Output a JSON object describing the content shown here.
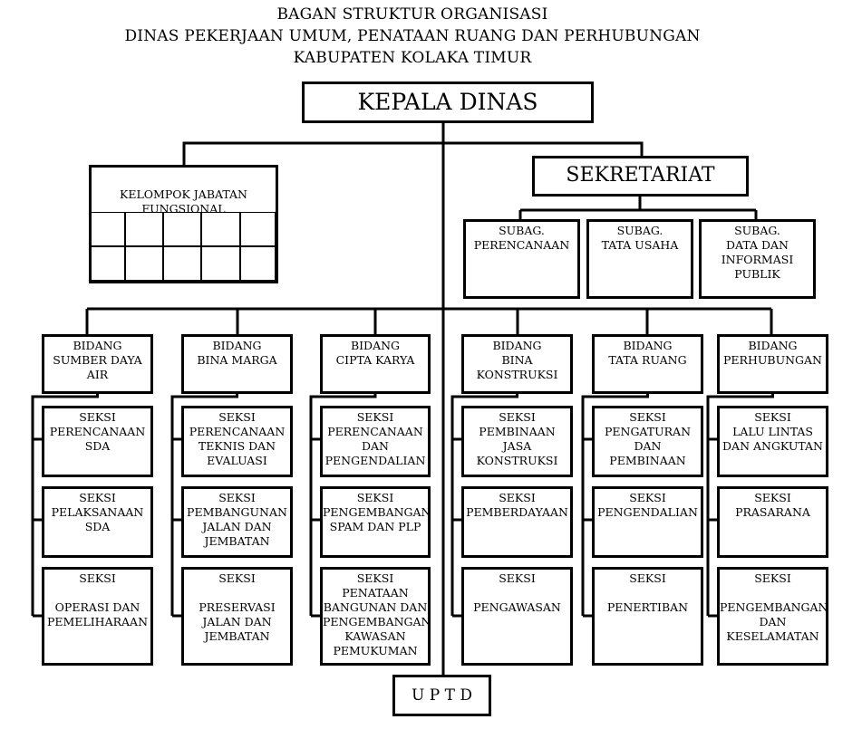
{
  "title": [
    "BAGAN STRUKTUR ORGANISASI",
    "DINAS PEKERJAAN UMUM, PENATAAN RUANG DAN PERHUBUNGAN",
    "KABUPATEN KOLAKA TIMUR"
  ],
  "kepala": "KEPALA DINAS",
  "kelompok": "KELOMPOK JABATAN\nFUNGSIONAL",
  "sekretariat": "SEKRETARIAT",
  "subag": [
    "SUBAG.\nPERENCANAAN",
    "SUBAG.\nTATA USAHA",
    "SUBAG.\nDATA DAN\nINFORMASI\nPUBLIK"
  ],
  "bidang": [
    {
      "name": "BIDANG\nSUMBER DAYA\nAIR",
      "seksi": [
        "SEKSI\nPERENCANAAN\nSDA",
        "SEKSI\nPELAKSANAAN\nSDA",
        "SEKSI\n\nOPERASI DAN\nPEMELIHARAAN"
      ]
    },
    {
      "name": "BIDANG\nBINA MARGA",
      "seksi": [
        "SEKSI\nPERENCANAAN\nTEKNIS DAN\nEVALUASI",
        "SEKSI\nPEMBANGUNAN\nJALAN DAN\nJEMBATAN",
        "SEKSI\n\nPRESERVASI\nJALAN DAN\nJEMBATAN"
      ]
    },
    {
      "name": "BIDANG\nCIPTA KARYA",
      "seksi": [
        "SEKSI\nPERENCANAAN\nDAN\nPENGENDALIAN",
        "SEKSI\nPENGEMBANGAN\nSPAM DAN PLP",
        "SEKSI\nPENATAAN\nBANGUNAN DAN\nPENGEMBANGAN\nKAWASAN\nPEMUKUMAN"
      ]
    },
    {
      "name": "BIDANG\nBINA\nKONSTRUKSI",
      "seksi": [
        "SEKSI\nPEMBINAAN\nJASA\nKONSTRUKSI",
        "SEKSI\nPEMBERDAYAAN",
        "SEKSI\n\nPENGAWASAN"
      ]
    },
    {
      "name": "BIDANG\nTATA RUANG",
      "seksi": [
        "SEKSI\nPENGATURAN\nDAN PEMBINAAN",
        "SEKSI\nPENGENDALIAN",
        "SEKSI\n\nPENERTIBAN"
      ]
    },
    {
      "name": "BIDANG\nPERHUBUNGAN",
      "seksi": [
        "SEKSI\nLALU LINTAS\nDAN ANGKUTAN",
        "SEKSI\nPRASARANA",
        "SEKSI\n\nPENGEMBANGAN\nDAN\nKESELAMATAN"
      ]
    }
  ],
  "uptd": "U P T D"
}
